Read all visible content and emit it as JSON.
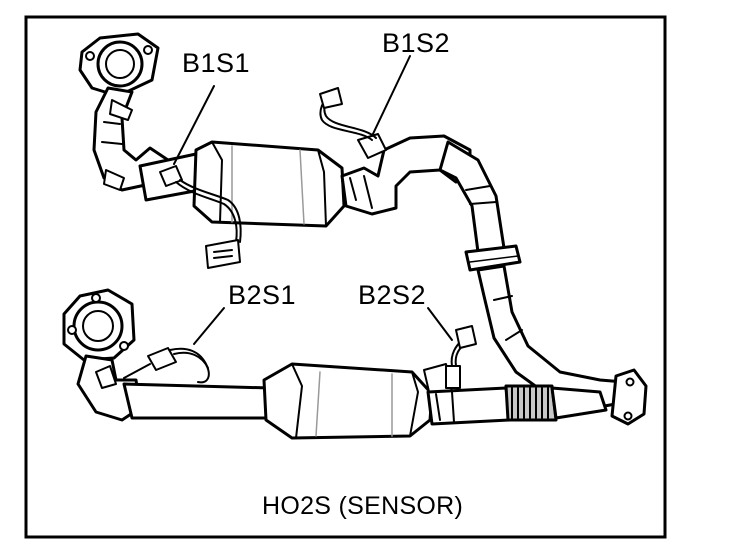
{
  "labels": {
    "b1s1": "B1S1",
    "b1s2": "B1S2",
    "b2s1": "B2S1",
    "b2s2": "B2S2"
  },
  "caption": "HO2S (SENSOR)",
  "colors": {
    "ink": "#000000",
    "paper": "#ffffff",
    "shade": "#c8c8c8"
  }
}
